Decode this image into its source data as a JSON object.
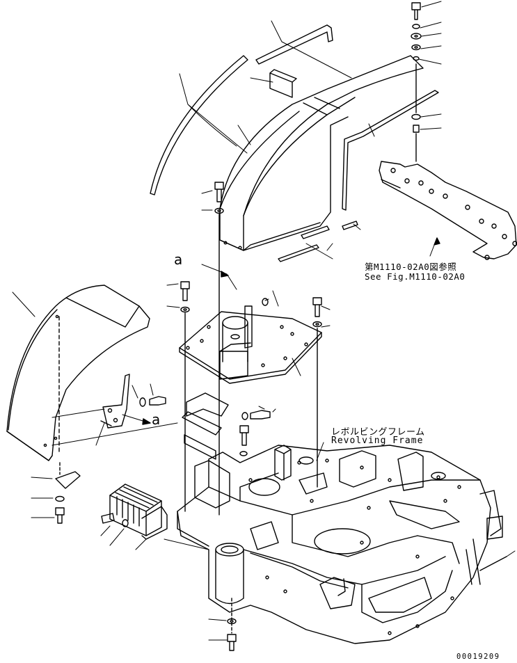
{
  "labels": {
    "ref_jp": "第M1110-02A0図参照",
    "ref_en": "See Fig.M1110-02A0",
    "frame_jp": "レボルビングフレーム",
    "frame_en": "Revolving Frame",
    "view_mark_top": "a",
    "view_mark_left": "a",
    "drawing_code": "00019209"
  },
  "colors": {
    "line": "#000000",
    "background": "#ffffff"
  }
}
